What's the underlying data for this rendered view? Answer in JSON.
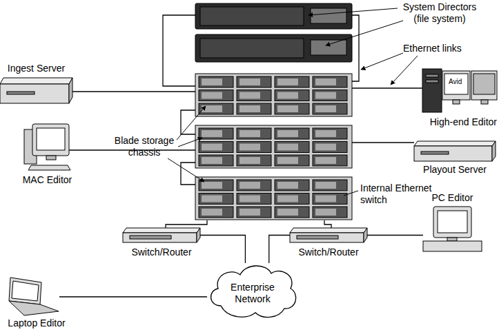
{
  "diagram": {
    "nodes": [
      {
        "text": [
          "Ingest Server"
        ]
      },
      {
        "text": [
          "MAC Editor"
        ]
      },
      {
        "text": [
          "High-end Editor",
          "Avid"
        ]
      },
      {
        "text": [
          "Playout Server"
        ]
      },
      {
        "text": [
          "Switch/Router"
        ]
      },
      {
        "text": [
          "Switch/Router"
        ]
      },
      {
        "text": [
          "PC Editor"
        ]
      },
      {
        "text": [
          "Enterprise Network"
        ]
      },
      {
        "text": [
          "Laptop Editor"
        ]
      }
    ],
    "edges": [
      {
        "from": 4,
        "to": 7,
        "arrow": "none"
      },
      {
        "from": 5,
        "to": 7,
        "arrow": "none"
      },
      {
        "from": 8,
        "to": 7,
        "arrow": "none"
      },
      {
        "from": 5,
        "to": 6,
        "arrow": "none"
      }
    ],
    "labels": [
      "System Directors (file system)",
      "Ethernet links",
      "Blade storage chassis",
      "Internal Ethernet switch"
    ]
  }
}
